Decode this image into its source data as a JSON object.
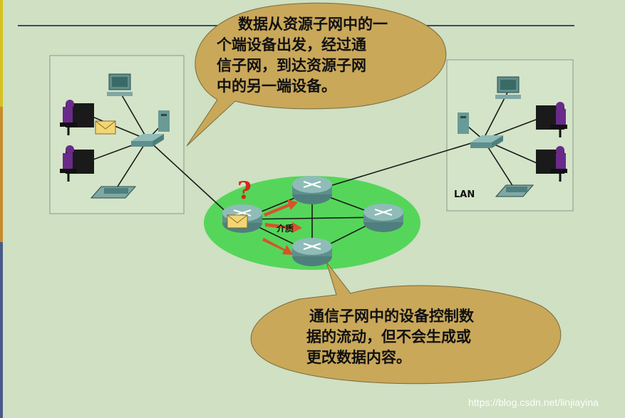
{
  "colors": {
    "background": "#cfe0c3",
    "bubble_fill": "#c9a85a",
    "subnet_fill": "#55d65a",
    "router": "#5f8f8c",
    "stripe_top": "#d8c020",
    "stripe_mid": "#c98a2a",
    "stripe_bottom": "#4a5a8a",
    "arrow": "#d8522a",
    "question_mark": "#d8261a"
  },
  "callouts": {
    "top": [
      "数据从资源子网中的一",
      "个端设备出发，经过通",
      "信子网，到达资源子网",
      "中的另一端设备。"
    ],
    "bottom": [
      "通信子网中的设备控制数",
      "据的流动，但不会生成或",
      "更改数据内容。"
    ]
  },
  "labels": {
    "lan": "LAN",
    "medium": "介质",
    "question_mark": "?"
  },
  "watermark": "https://blog.csdn.net/linjiayina"
}
